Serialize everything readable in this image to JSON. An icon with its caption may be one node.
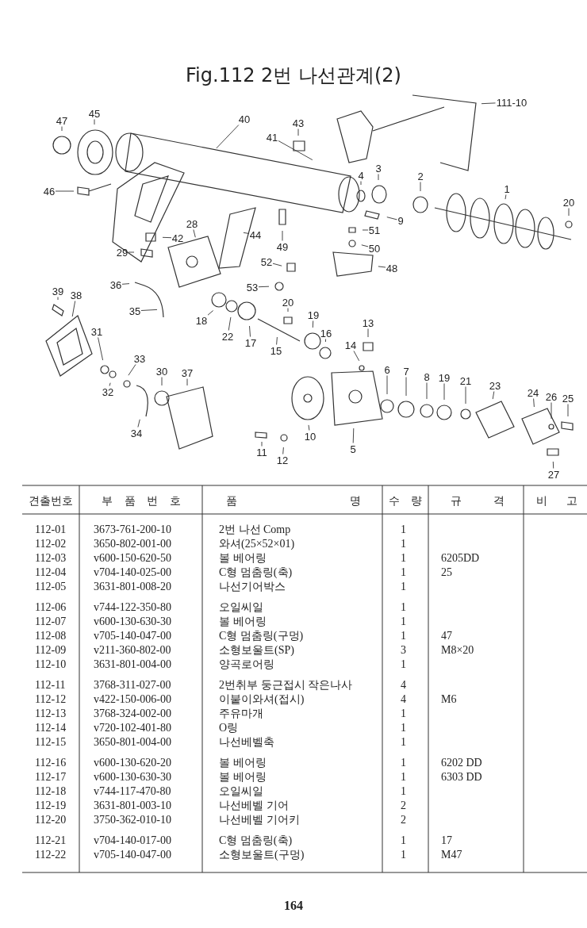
{
  "diagram": {
    "title": "Fig.112 2번 나선관계(2)",
    "nodes": [
      {
        "text": [
          "47"
        ]
      },
      {
        "text": [
          "45"
        ]
      },
      {
        "text": [
          "40"
        ]
      },
      {
        "text": [
          "43"
        ]
      },
      {
        "text": [
          "111-10"
        ]
      },
      {
        "text": [
          "41"
        ]
      },
      {
        "text": [
          "46"
        ]
      },
      {
        "text": [
          "4"
        ]
      },
      {
        "text": [
          "3"
        ]
      },
      {
        "text": [
          "2"
        ]
      },
      {
        "text": [
          "1"
        ]
      },
      {
        "text": [
          "20"
        ]
      },
      {
        "text": [
          "9"
        ]
      },
      {
        "text": [
          "51"
        ]
      },
      {
        "text": [
          "50"
        ]
      },
      {
        "text": [
          "44"
        ]
      },
      {
        "text": [
          "49"
        ]
      },
      {
        "text": [
          "42"
        ]
      },
      {
        "text": [
          "28"
        ]
      },
      {
        "text": [
          "29"
        ]
      },
      {
        "text": [
          "48"
        ]
      },
      {
        "text": [
          "52"
        ]
      },
      {
        "text": [
          "53"
        ]
      },
      {
        "text": [
          "36"
        ]
      },
      {
        "text": [
          "39"
        ]
      },
      {
        "text": [
          "38"
        ]
      },
      {
        "text": [
          "35"
        ]
      },
      {
        "text": [
          "18"
        ]
      },
      {
        "text": [
          "22"
        ]
      },
      {
        "text": [
          "17"
        ]
      },
      {
        "text": [
          "20"
        ]
      },
      {
        "text": [
          "19"
        ]
      },
      {
        "text": [
          "16"
        ]
      },
      {
        "text": [
          "13"
        ]
      },
      {
        "text": [
          "14"
        ]
      },
      {
        "text": [
          "15"
        ]
      },
      {
        "text": [
          "31"
        ]
      },
      {
        "text": [
          "32"
        ]
      },
      {
        "text": [
          "33"
        ]
      },
      {
        "text": [
          "30"
        ]
      },
      {
        "text": [
          "37"
        ]
      },
      {
        "text": [
          "6"
        ]
      },
      {
        "text": [
          "7"
        ]
      },
      {
        "text": [
          "8"
        ]
      },
      {
        "text": [
          "19"
        ]
      },
      {
        "text": [
          "21"
        ]
      },
      {
        "text": [
          "23"
        ]
      },
      {
        "text": [
          "24"
        ]
      },
      {
        "text": [
          "26"
        ]
      },
      {
        "text": [
          "25"
        ]
      },
      {
        "text": [
          "10"
        ]
      },
      {
        "text": [
          "34"
        ]
      },
      {
        "text": [
          "11"
        ]
      },
      {
        "text": [
          "12"
        ]
      },
      {
        "text": [
          "5"
        ]
      },
      {
        "text": [
          "27"
        ]
      }
    ],
    "edges": [
      {
        "from": 0,
        "to": null,
        "arrow": "none"
      },
      {
        "from": 1,
        "to": null,
        "arrow": "none"
      },
      {
        "from": 2,
        "to": null,
        "arrow": "none"
      },
      {
        "from": 3,
        "to": null,
        "arrow": "none"
      },
      {
        "from": 4,
        "to": null,
        "arrow": "none"
      },
      {
        "from": 5,
        "to": null,
        "arrow": "none"
      },
      {
        "from": 6,
        "to": null,
        "arrow": "none"
      },
      {
        "from": 7,
        "to": null,
        "arrow": "none"
      },
      {
        "from": 8,
        "to": null,
        "arrow": "none"
      },
      {
        "from": 9,
        "to": null,
        "arrow": "none"
      },
      {
        "from": 10,
        "to": null,
        "arrow": "none"
      },
      {
        "from": 11,
        "to": null,
        "arrow": "none"
      },
      {
        "from": 12,
        "to": null,
        "arrow": "none"
      },
      {
        "from": 13,
        "to": null,
        "arrow": "none"
      },
      {
        "from": 14,
        "to": null,
        "arrow": "none"
      },
      {
        "from": 15,
        "to": null,
        "arrow": "none"
      },
      {
        "from": 16,
        "to": null,
        "arrow": "none"
      },
      {
        "from": 17,
        "to": null,
        "arrow": "none"
      },
      {
        "from": 18,
        "to": null,
        "arrow": "none"
      },
      {
        "from": 19,
        "to": null,
        "arrow": "none"
      },
      {
        "from": 20,
        "to": null,
        "arrow": "none"
      },
      {
        "from": 21,
        "to": null,
        "arrow": "none"
      },
      {
        "from": 22,
        "to": null,
        "arrow": "none"
      },
      {
        "from": 23,
        "to": null,
        "arrow": "none"
      },
      {
        "from": 24,
        "to": null,
        "arrow": "none"
      },
      {
        "from": 25,
        "to": null,
        "arrow": "none"
      },
      {
        "from": 26,
        "to": null,
        "arrow": "none"
      },
      {
        "from": 27,
        "to": null,
        "arrow": "none"
      },
      {
        "from": 28,
        "to": null,
        "arrow": "none"
      },
      {
        "from": 29,
        "to": null,
        "arrow": "none"
      },
      {
        "from": 30,
        "to": null,
        "arrow": "none"
      },
      {
        "from": 31,
        "to": null,
        "arrow": "none"
      },
      {
        "from": 32,
        "to": null,
        "arrow": "none"
      },
      {
        "from": 33,
        "to": null,
        "arrow": "none"
      },
      {
        "from": 34,
        "to": null,
        "arrow": "none"
      },
      {
        "from": 35,
        "to": null,
        "arrow": "none"
      },
      {
        "from": 36,
        "to": null,
        "arrow": "none"
      },
      {
        "from": 37,
        "to": null,
        "arrow": "none"
      },
      {
        "from": 38,
        "to": null,
        "arrow": "none"
      },
      {
        "from": 39,
        "to": null,
        "arrow": "none"
      },
      {
        "from": 40,
        "to": null,
        "arrow": "none"
      },
      {
        "from": 41,
        "to": null,
        "arrow": "none"
      },
      {
        "from": 42,
        "to": null,
        "arrow": "none"
      },
      {
        "from": 43,
        "to": null,
        "arrow": "none"
      },
      {
        "from": 44,
        "to": null,
        "arrow": "none"
      },
      {
        "from": 45,
        "to": null,
        "arrow": "none"
      },
      {
        "from": 46,
        "to": null,
        "arrow": "none"
      },
      {
        "from": 47,
        "to": null,
        "arrow": "none"
      },
      {
        "from": 48,
        "to": null,
        "arrow": "none"
      },
      {
        "from": 49,
        "to": null,
        "arrow": "none"
      },
      {
        "from": 50,
        "to": null,
        "arrow": "none"
      },
      {
        "from": 51,
        "to": null,
        "arrow": "none"
      },
      {
        "from": 52,
        "to": null,
        "arrow": "none"
      },
      {
        "from": 53,
        "to": null,
        "arrow": "none"
      },
      {
        "from": 54,
        "to": null,
        "arrow": "none"
      },
      {
        "from": 55,
        "to": null,
        "arrow": "none"
      }
    ],
    "labels": [
      "견출번호",
      "부 품 번 호",
      "품 명",
      "수 량",
      "규 격",
      "비 고",
      "112-01",
      "3673-761-200-10",
      "2번 나선 Comp",
      "1",
      "112-02",
      "3650-802-001-00",
      "와셔(25×52×01)",
      "1",
      "112-03",
      "v600-150-620-50",
      "볼 베어링",
      "1",
      "6205DD",
      "112-04",
      "v704-140-025-00",
      "C형 멈춤링(축)",
      "1",
      "25",
      "112-05",
      "3631-801-008-20",
      "나선기어박스",
      "1",
      "112-06",
      "v744-122-350-80",
      "오일씨일",
      "1",
      "112-07",
      "v600-130-630-30",
      "볼 베어링",
      "1",
      "112-08",
      "v705-140-047-00",
      "C형 멈춤링(구멍)",
      "1",
      "47",
      "112-09",
      "v211-360-802-00",
      "소형보울트(SP)",
      "3",
      "M8×20",
      "112-10",
      "3631-801-004-00",
      "양곡로어링",
      "1",
      "112-11",
      "3768-311-027-00",
      "2번취부 둥근접시 작은나사",
      "4",
      "112-12",
      "v422-150-006-00",
      "이붙이와셔(접시)",
      "4",
      "M6",
      "112-13",
      "3768-324-002-00",
      "주유마개",
      "1",
      "112-14",
      "v720-102-401-80",
      "O링",
      "1",
      "112-15",
      "3650-801-004-00",
      "나선베벨축",
      "1",
      "112-16",
      "v600-130-620-20",
      "볼 베어링",
      "1",
      "6202 DD",
      "112-17",
      "v600-130-630-30",
      "볼 베어링",
      "1",
      "6303 DD",
      "112-18",
      "v744-117-470-80",
      "오일씨일",
      "1",
      "112-19",
      "3631-801-003-10",
      "나선베벨 기어",
      "2",
      "112-20",
      "3750-362-010-10",
      "나선베벨 기어키",
      "2",
      "112-21",
      "v704-140-017-00",
      "C형 멈춤링(축)",
      "1",
      "17",
      "112-22",
      "v705-140-047-00",
      "소형보울트(구멍)",
      "1",
      "M47",
      "164"
    ]
  }
}
